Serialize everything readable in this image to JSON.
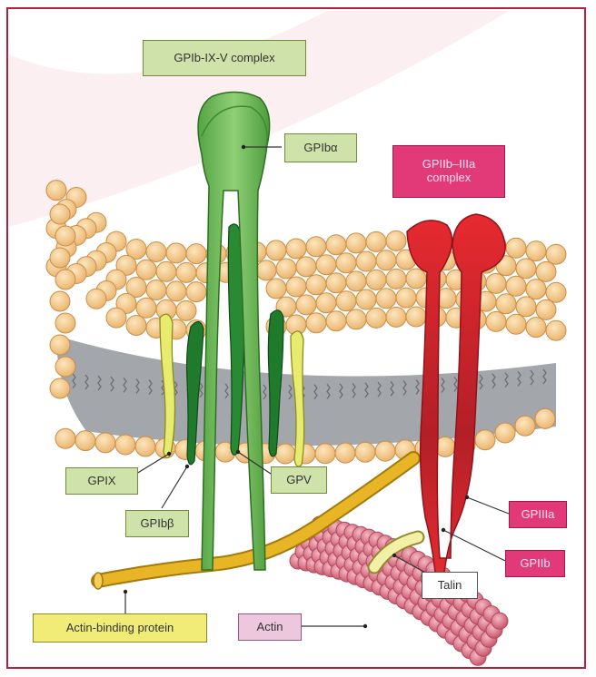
{
  "labels": {
    "complex_gpib_ix_v": "GPIb-IX-V complex",
    "gpiba": "GPIbα",
    "complex_gpiib_iiia": "GPIIb–IIIa complex",
    "gpix": "GPIX",
    "gpibb": "GPIbβ",
    "gpv": "GPV",
    "gpiiia": "GPIIIa",
    "gpiib": "GPIIb",
    "talin": "Talin",
    "actin": "Actin",
    "actin_binding_protein": "Actin-binding protein"
  },
  "colors": {
    "frame": "#b3213d",
    "lipid_head": "#f7cf8f",
    "lipid_tail_zone": "#9da0a4",
    "gpib_complex_green": "#5fb04a",
    "gpiib_iiia_red": "#d9232b",
    "actin_pink": "#e38396",
    "actin_binding_protein_gold": "#e2ae1b",
    "gpix_yellow": "#e8ec6e",
    "gpib_beta_darkgreen": "#1f7a2c"
  }
}
